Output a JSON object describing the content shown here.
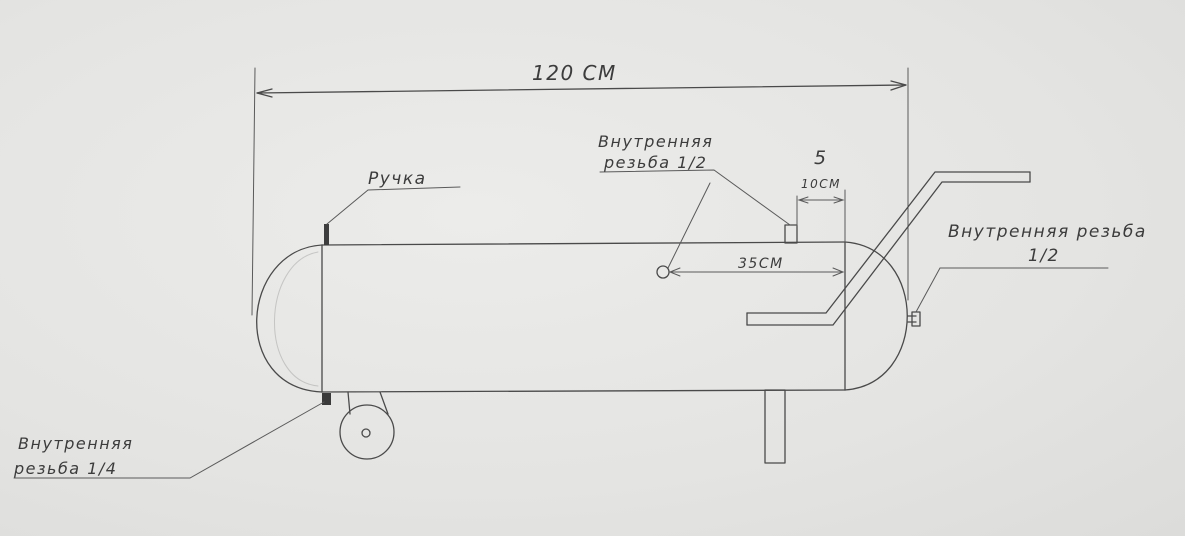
{
  "labels": {
    "overall_length": "120 СМ",
    "handle": "Ручка",
    "top_thread_line1": "Внутренняя",
    "top_thread_line2": "резьба 1/2",
    "top_gap_value": "5",
    "top_gap_unit": "10СМ",
    "center_dim": "35СМ",
    "right_thread_line1": "Внутренняя резьба",
    "right_thread_line2": "1/2",
    "left_thread_line1": "Внутренняя",
    "left_thread_line2": "резьба 1/4"
  },
  "colors": {
    "paper": "#e6e6e4",
    "pencil": "#4a4a4a"
  }
}
